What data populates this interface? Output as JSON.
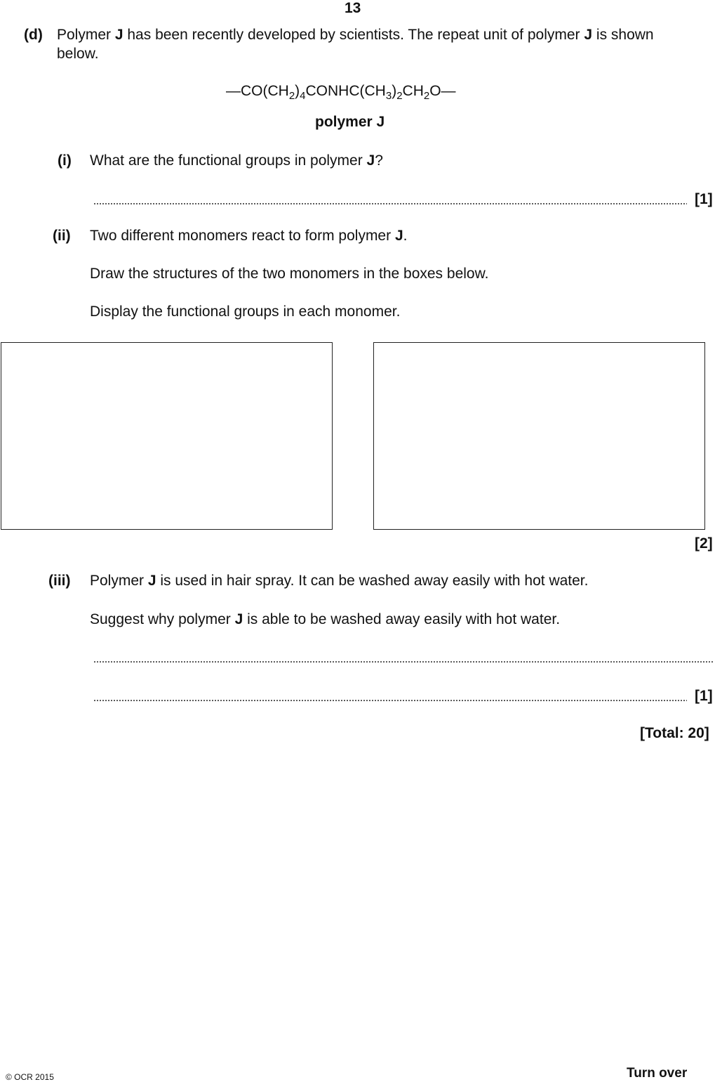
{
  "page_number": "13",
  "part_d": {
    "label": "(d)",
    "intro_1": "Polymer ",
    "intro_j1": "J",
    "intro_2": " has been recently developed by scientists. The repeat unit of polymer ",
    "intro_j2": "J",
    "intro_3": " is shown",
    "intro_line2": "below.",
    "formula": {
      "p1": "—CO(CH",
      "s1": "2",
      "p2": ")",
      "s2": "4",
      "p3": "CONHC(CH",
      "s3": "3",
      "p4": ")",
      "s4": "2",
      "p5": "CH",
      "s5": "2",
      "p6": "O—"
    },
    "formula_caption": "polymer J"
  },
  "part_i": {
    "label": "(i)",
    "question": "What are the functional groups in polymer ",
    "question_j": "J",
    "question_end": "?",
    "marks": "[1]"
  },
  "part_ii": {
    "label": "(ii)",
    "line1": "Two different monomers react to form polymer ",
    "line1_j": "J",
    "line1_end": ".",
    "line2": "Draw the structures of the two monomers in the boxes below.",
    "line3": "Display the functional groups in each monomer.",
    "marks": "[2]"
  },
  "part_iii": {
    "label": "(iii)",
    "line1_a": "Polymer ",
    "line1_j": "J",
    "line1_b": " is used in hair spray. It can be washed away easily with hot water.",
    "line2_a": "Suggest why polymer ",
    "line2_j": "J",
    "line2_b": " is able to be washed away easily with hot water.",
    "marks": "[1]"
  },
  "total": "[Total: 20]",
  "footer": {
    "copyright": "© OCR 2015",
    "turn_over": "Turn over"
  }
}
